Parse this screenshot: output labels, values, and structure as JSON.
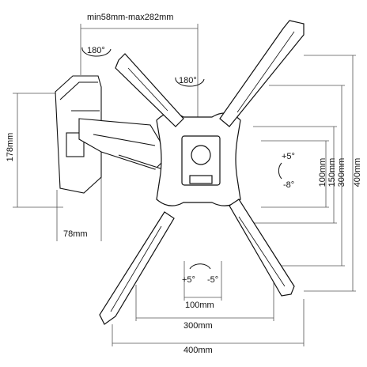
{
  "dimensions": {
    "arm_extension": "min58mm-max282mm",
    "wall_plate_height": "178mm",
    "wall_plate_depth": "78mm",
    "vesa_widths": [
      "100mm",
      "300mm",
      "400mm"
    ],
    "vesa_heights": [
      "100mm",
      "150mm",
      "300mm",
      "400mm"
    ]
  },
  "rotation": {
    "swivel_arm": "180°",
    "swivel_plate": "180°"
  },
  "tilt": {
    "up": "+5°",
    "down": "-8°"
  },
  "level_adjust": {
    "plus": "+5°",
    "minus": "-5°"
  },
  "colors": {
    "line": "#111111",
    "dimension_line": "#555555",
    "background": "#ffffff"
  }
}
